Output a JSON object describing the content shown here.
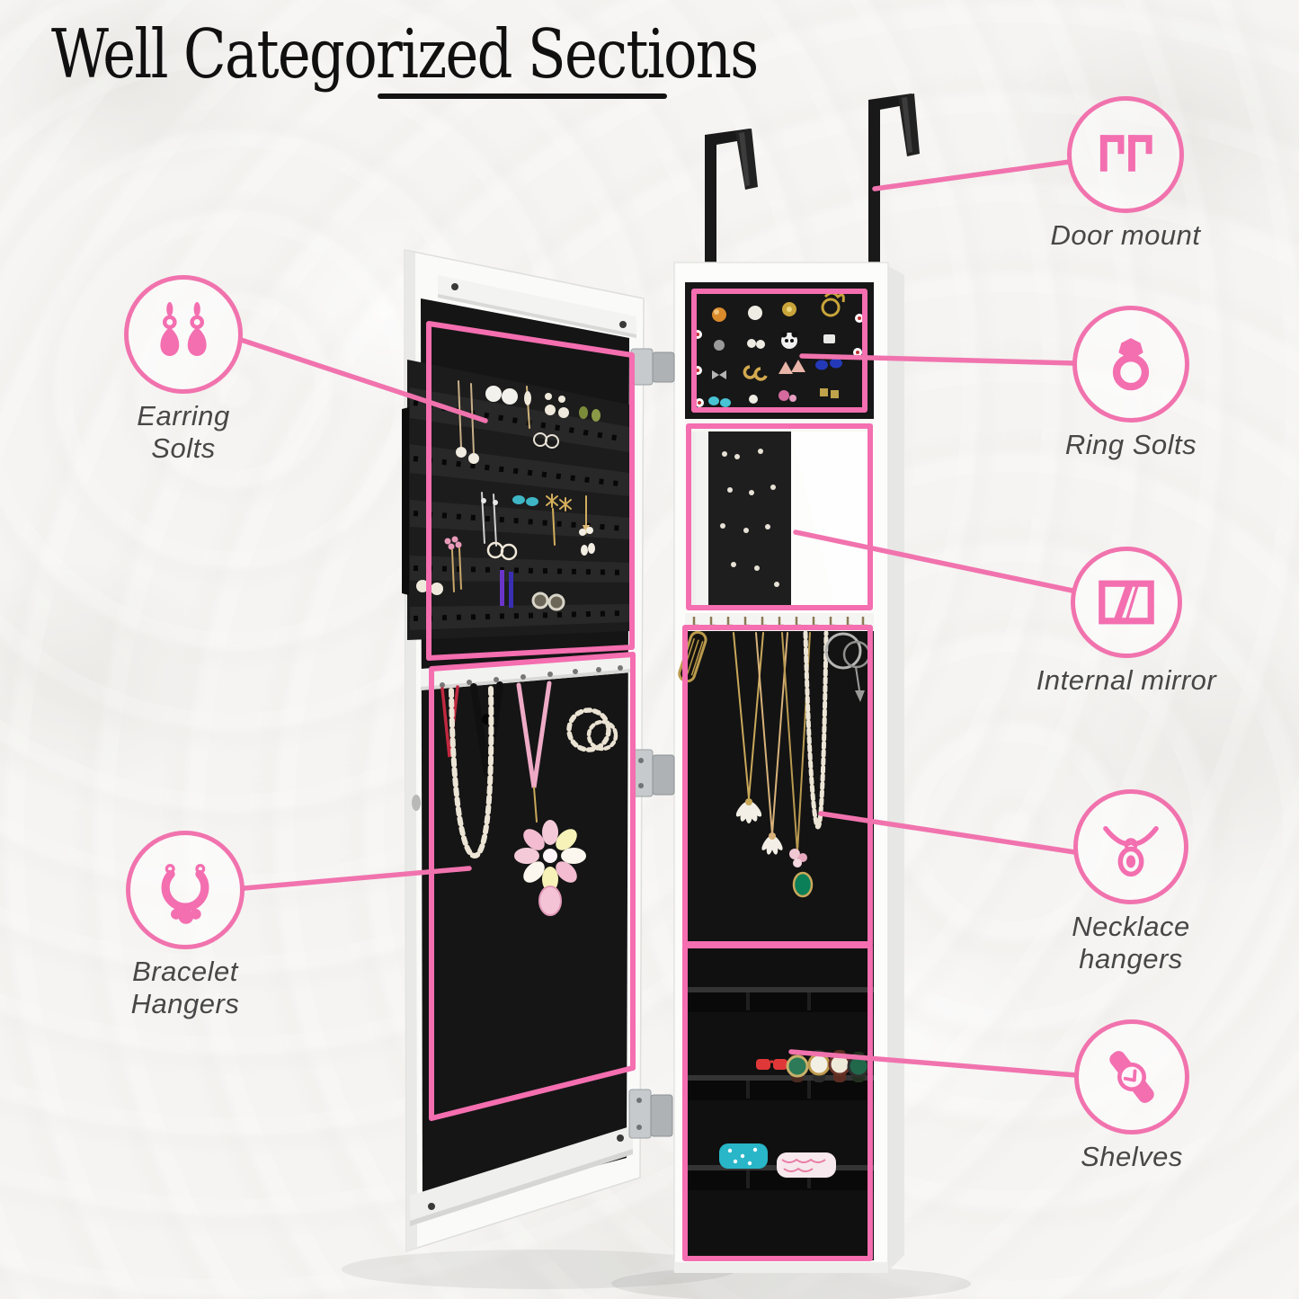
{
  "title": {
    "text": "Well Categorized Sections"
  },
  "colors": {
    "accent_pink": "#f173ae",
    "highlight_box_pink": "#f46eb0",
    "label_text": "#474747",
    "title_text": "#101010",
    "cabinet_white": "#fbfbfa",
    "interior_black": "#151515"
  },
  "callouts": {
    "earring": {
      "icon": "earrings-icon",
      "line1": "Earring",
      "line2": "Solts"
    },
    "bracelet": {
      "icon": "bracelet-icon",
      "line1": "Bracelet",
      "line2": "Hangers"
    },
    "door_mount": {
      "icon": "door-hooks-icon",
      "line1": "Door mount",
      "line2": ""
    },
    "ring": {
      "icon": "ring-icon",
      "line1": "Ring Solts",
      "line2": ""
    },
    "mirror": {
      "icon": "mirror-icon",
      "line1": "Internal mirror",
      "line2": ""
    },
    "necklace": {
      "icon": "necklace-icon",
      "line1": "Necklace",
      "line2": "hangers"
    },
    "shelves": {
      "icon": "watch-icon",
      "line1": "Shelves",
      "line2": ""
    }
  }
}
